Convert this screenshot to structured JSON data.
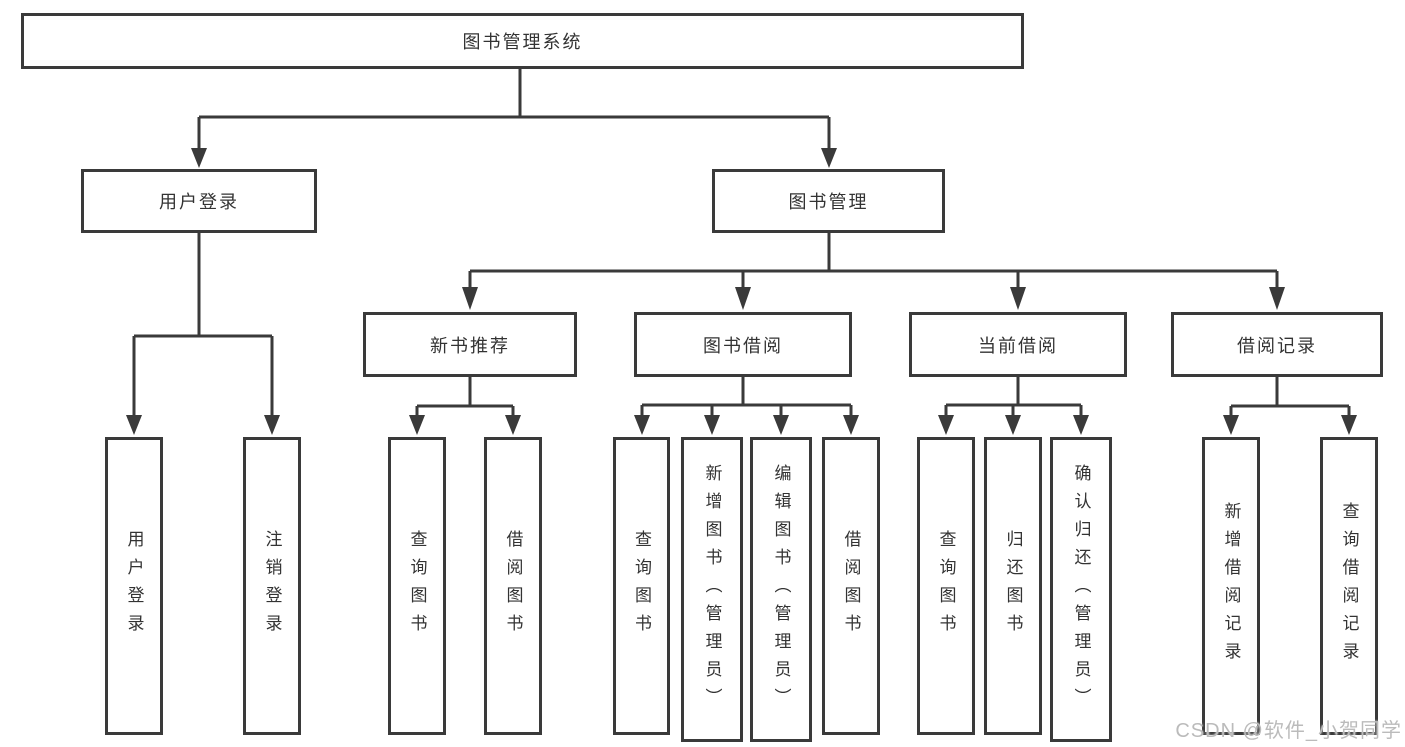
{
  "diagram": {
    "type": "tree",
    "orientation": "top-down",
    "colors": {
      "background": "#ffffff",
      "line": "#3a3a3a",
      "box_border": "#3a3a3a",
      "text": "#333333",
      "watermark_text": "#bbbbbb"
    }
  },
  "tree": {
    "root": {
      "label": "图书管理系统",
      "children": [
        {
          "label": "用户登录",
          "children": [
            {
              "label": "用户登录"
            },
            {
              "label": "注销登录"
            }
          ]
        },
        {
          "label": "图书管理",
          "children": [
            {
              "label": "新书推荐",
              "children": [
                {
                  "label": "查询图书"
                },
                {
                  "label": "借阅图书"
                }
              ]
            },
            {
              "label": "图书借阅",
              "children": [
                {
                  "label": "查询图书"
                },
                {
                  "label": "新增图书（管理员）"
                },
                {
                  "label": "编辑图书（管理员）"
                },
                {
                  "label": "借阅图书"
                }
              ]
            },
            {
              "label": "当前借阅",
              "children": [
                {
                  "label": "查询图书"
                },
                {
                  "label": "归还图书"
                },
                {
                  "label": "确认归还（管理员）"
                }
              ]
            },
            {
              "label": "借阅记录",
              "children": [
                {
                  "label": "新增借阅记录"
                },
                {
                  "label": "查询借阅记录"
                }
              ]
            }
          ]
        }
      ]
    }
  },
  "watermark": {
    "text": "CSDN @软件_小贺同学"
  }
}
